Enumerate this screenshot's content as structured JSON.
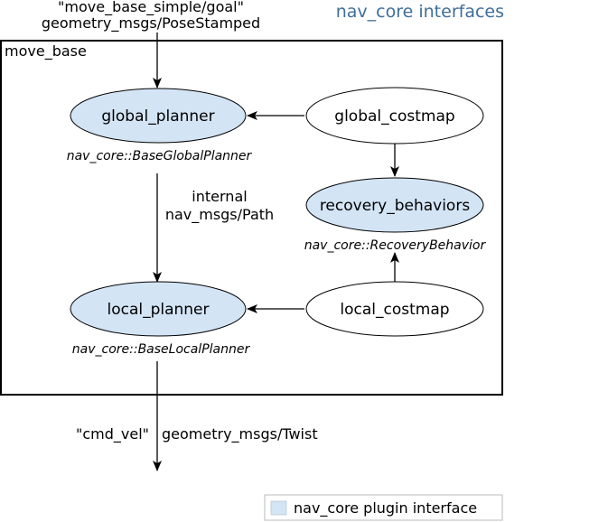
{
  "title": "nav_core interfaces",
  "colors": {
    "plugin_fill": "#d3e4f5",
    "plain_fill": "#ffffff",
    "stroke": "#000000",
    "title_color": "#3f6e9a",
    "legend_border": "#bbbbbb"
  },
  "container": {
    "label": "move_base"
  },
  "input": {
    "topic": "\"move_base_simple/goal\"",
    "type": "geometry_msgs/PoseStamped"
  },
  "nodes": {
    "global_planner": {
      "label": "global_planner",
      "interface": "nav_core::BaseGlobalPlanner",
      "plugin": true
    },
    "global_costmap": {
      "label": "global_costmap",
      "plugin": false
    },
    "recovery_behaviors": {
      "label": "recovery_behaviors",
      "interface": "nav_core::RecoveryBehavior",
      "plugin": true
    },
    "local_planner": {
      "label": "local_planner",
      "interface": "nav_core::BaseLocalPlanner",
      "plugin": true
    },
    "local_costmap": {
      "label": "local_costmap",
      "plugin": false
    }
  },
  "internal_edge": {
    "line1": "internal",
    "line2": "nav_msgs/Path"
  },
  "output": {
    "topic": "\"cmd_vel\"",
    "type": "geometry_msgs/Twist"
  },
  "legend": {
    "label": "nav_core plugin interface"
  }
}
